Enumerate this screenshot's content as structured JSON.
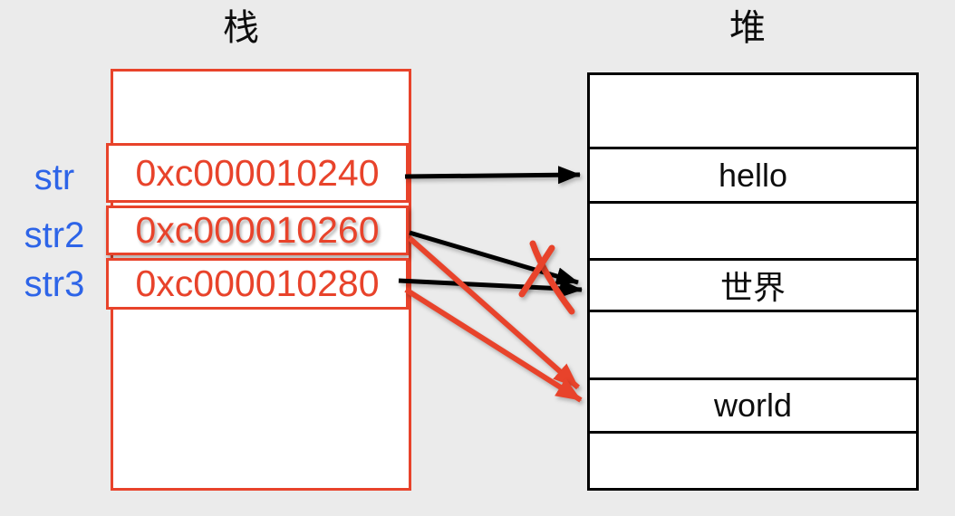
{
  "diagram": {
    "stack": {
      "title": "栈",
      "variables": [
        {
          "label": "str",
          "address": "0xc000010240"
        },
        {
          "label": "str2",
          "address": "0xc000010260"
        },
        {
          "label": "str3",
          "address": "0xc000010280"
        }
      ]
    },
    "heap": {
      "title": "堆",
      "cells": [
        "",
        "hello",
        "",
        "世界",
        "",
        "world",
        ""
      ]
    },
    "pointers": [
      {
        "from": "str",
        "to": "hello",
        "color": "black",
        "state": "valid"
      },
      {
        "from": "str2",
        "to": "世界",
        "color": "black",
        "state": "crossed-out"
      },
      {
        "from": "str3",
        "to": "世界",
        "color": "black",
        "state": "crossed-out"
      },
      {
        "from": "str2",
        "to": "world",
        "color": "red",
        "state": "valid"
      },
      {
        "from": "str3",
        "to": "world",
        "color": "red",
        "state": "valid"
      }
    ],
    "cross_mark": {
      "shape": "X",
      "color": "red",
      "over": "arrows-to-世界"
    }
  },
  "colors": {
    "bg": "#ebebeb",
    "red": "#e8432b",
    "blue": "#2d64e8",
    "black": "#000000"
  }
}
